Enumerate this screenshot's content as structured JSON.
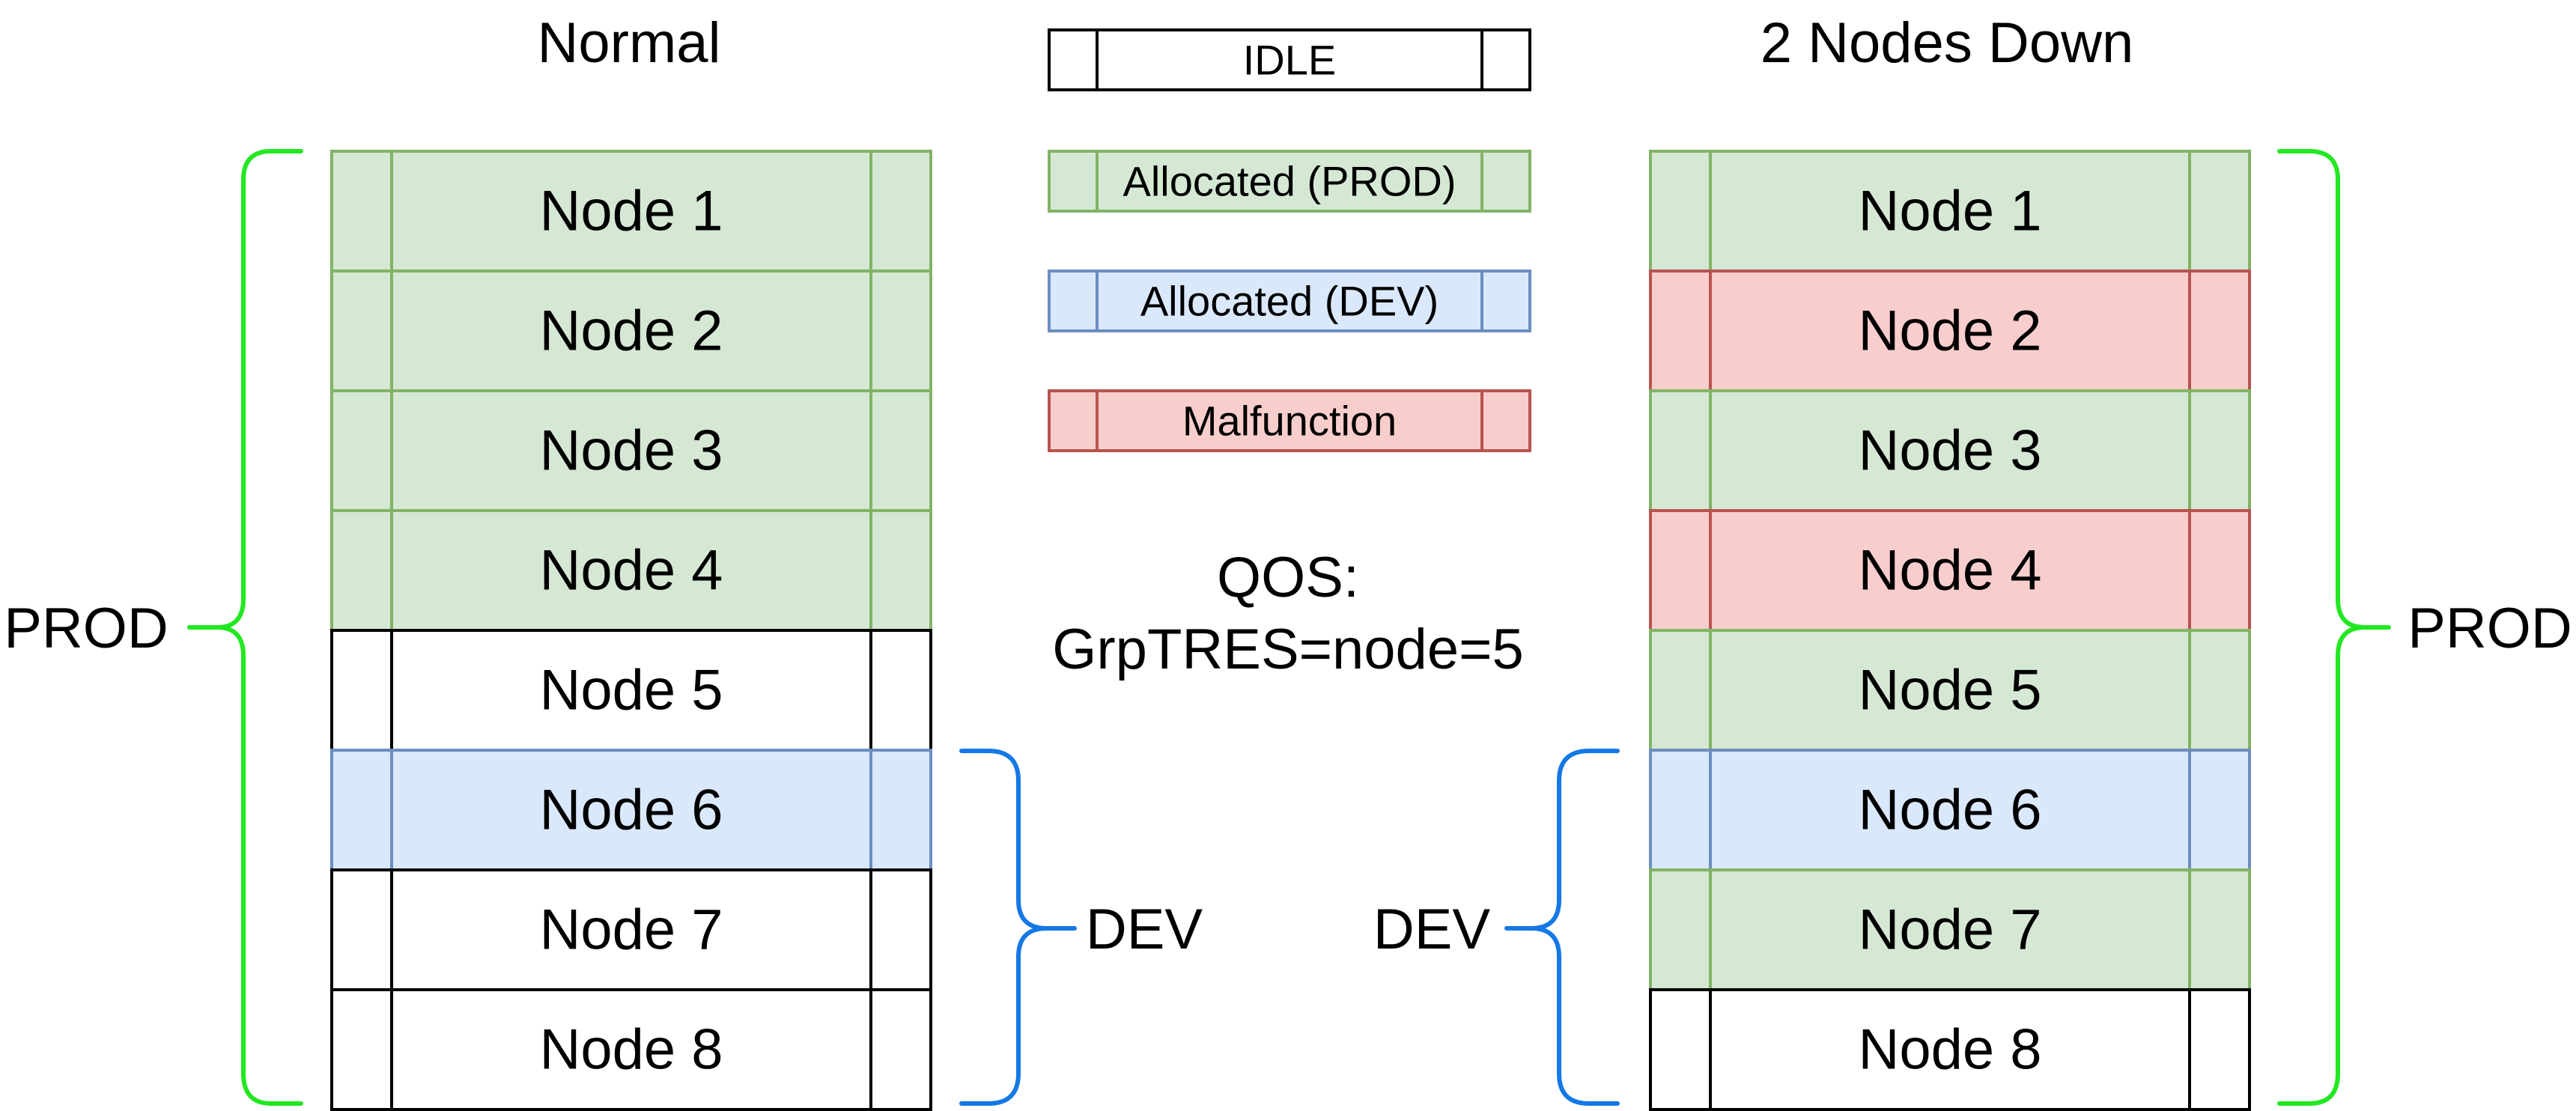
{
  "colors": {
    "idle_fill": "#ffffff",
    "idle_stroke": "#000000",
    "prod_fill": "#d5e8d4",
    "prod_stroke": "#82b366",
    "dev_fill": "#dae8fc",
    "dev_stroke": "#6c8ebf",
    "malfunction_fill": "#f8cecc",
    "malfunction_stroke": "#b85450",
    "prod_brace": "#22e822",
    "dev_brace": "#1478e6"
  },
  "columns": [
    {
      "title": "Normal",
      "nodes": [
        {
          "label": "Node 1",
          "state": "prod"
        },
        {
          "label": "Node 2",
          "state": "prod"
        },
        {
          "label": "Node 3",
          "state": "prod"
        },
        {
          "label": "Node 4",
          "state": "prod"
        },
        {
          "label": "Node 5",
          "state": "idle"
        },
        {
          "label": "Node 6",
          "state": "dev"
        },
        {
          "label": "Node 7",
          "state": "idle"
        },
        {
          "label": "Node 8",
          "state": "idle"
        }
      ]
    },
    {
      "title": "2 Nodes Down",
      "nodes": [
        {
          "label": "Node 1",
          "state": "prod"
        },
        {
          "label": "Node 2",
          "state": "malfunction"
        },
        {
          "label": "Node 3",
          "state": "prod"
        },
        {
          "label": "Node 4",
          "state": "malfunction"
        },
        {
          "label": "Node 5",
          "state": "prod"
        },
        {
          "label": "Node 6",
          "state": "dev"
        },
        {
          "label": "Node 7",
          "state": "prod"
        },
        {
          "label": "Node 8",
          "state": "idle"
        }
      ]
    }
  ],
  "legend": [
    {
      "label": "IDLE",
      "state": "idle"
    },
    {
      "label": "Allocated (PROD)",
      "state": "prod"
    },
    {
      "label": "Allocated (DEV)",
      "state": "dev"
    },
    {
      "label": "Malfunction",
      "state": "malfunction"
    }
  ],
  "qos": {
    "line1": "QOS:",
    "line2": "GrpTRES=node=5"
  },
  "groups": {
    "prod_label": "PROD",
    "dev_label": "DEV"
  }
}
